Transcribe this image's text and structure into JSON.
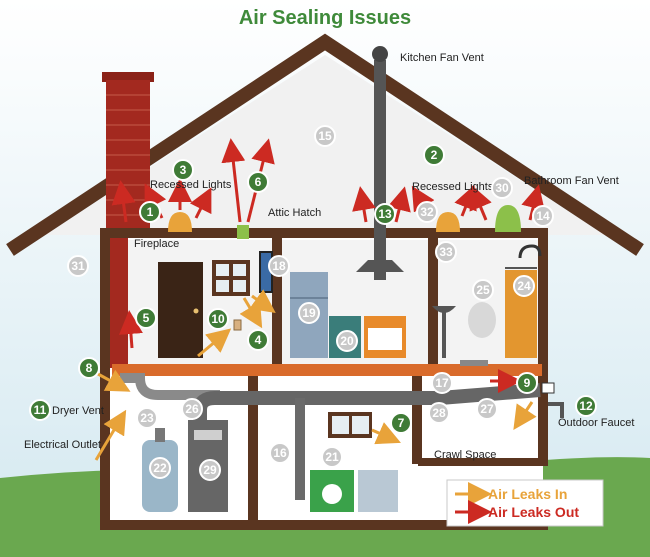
{
  "title": "Air Sealing Issues",
  "labels": {
    "kitchen_fan_vent": "Kitchen Fan Vent",
    "recessed_lights_left": "Recessed Lights",
    "recessed_lights_right": "Recessed Lights",
    "bathroom_fan_vent": "Bathroom Fan Vent",
    "attic_hatch": "Attic Hatch",
    "fireplace": "Fireplace",
    "dryer_vent": "Dryer Vent",
    "electrical_outlet": "Electrical Outlet",
    "outdoor_faucet": "Outdoor Faucet",
    "crawl_space": "Crawl Space"
  },
  "legend": {
    "in": "Air Leaks In",
    "out": "Air Leaks Out"
  },
  "badges": {
    "b1": "1",
    "b2": "2",
    "b3": "3",
    "b4": "4",
    "b5": "5",
    "b6": "6",
    "b7": "7",
    "b8": "8",
    "b9": "9",
    "b10": "10",
    "b11": "11",
    "b12": "12",
    "b13": "13",
    "b14": "14",
    "b15": "15",
    "b16": "16",
    "b17": "17",
    "b18": "18",
    "b19": "19",
    "b20": "20",
    "b21": "21",
    "b22": "22",
    "b23": "23",
    "b24": "24",
    "b25": "25",
    "b26": "26",
    "b27": "27",
    "b28": "28",
    "b29": "29",
    "b30": "30",
    "b31": "31",
    "b32": "32",
    "b33": "33"
  },
  "colors": {
    "title": "#3f8a3a",
    "leak_in": "#e8a33a",
    "leak_out": "#cc2a22",
    "frame": "#5a3520",
    "brick": "#a3291f",
    "grass": "#6aa84f",
    "sky": "#cfe5ef",
    "badge_green": "#3f7b36",
    "badge_gray": "#c8c8c8"
  }
}
